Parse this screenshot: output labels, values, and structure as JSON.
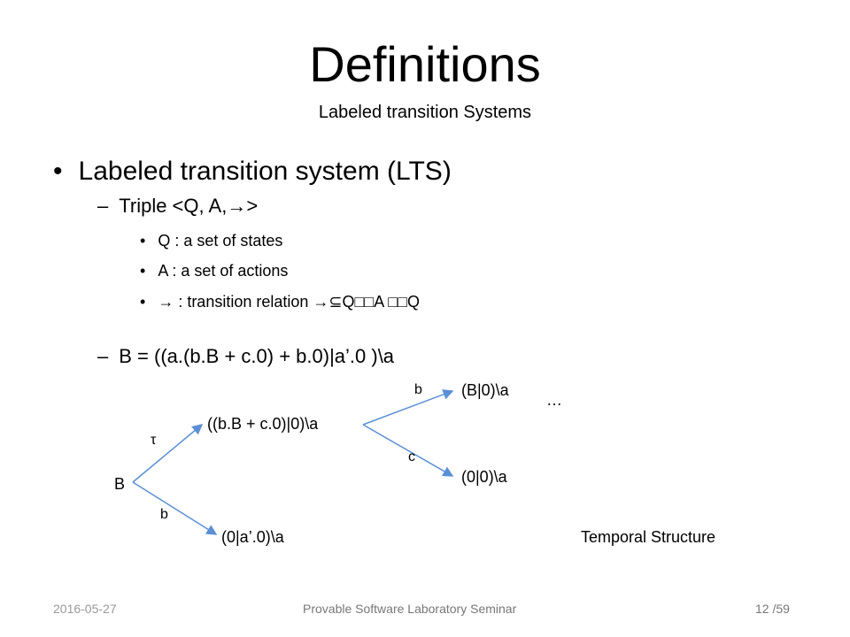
{
  "title": "Definitions",
  "subtitle": "Labeled transition Systems",
  "bullets": {
    "level1": "Labeled transition system (LTS)",
    "triple": "Triple <Q, A,→>",
    "q": "Q : a set of states",
    "a": "A : a set of actions",
    "rel": "→ : transition relation →⊆Q□□A □□Q",
    "b_expr": "B = ((a.(b.B + c.0) + b.0)|a’.0 )\\a"
  },
  "diagram": {
    "root": "B",
    "tau_label": "τ",
    "b_label_low": "b",
    "node_upper": "((b.B + c.0)|0)\\a",
    "node_lower": "(0|a’.0)\\a",
    "b_label_up": "b",
    "c_label": "c",
    "node_b0": "(B|0)\\a",
    "node_00": "(0|0)\\a",
    "ellipsis": "…",
    "caption": "Temporal Structure"
  },
  "footer": {
    "date": "2016-05-27",
    "center": "Provable Software Laboratory Seminar",
    "page": "12 /59"
  },
  "colors": {
    "arrow": "#5b8fd6",
    "footer_text": "#888888"
  }
}
